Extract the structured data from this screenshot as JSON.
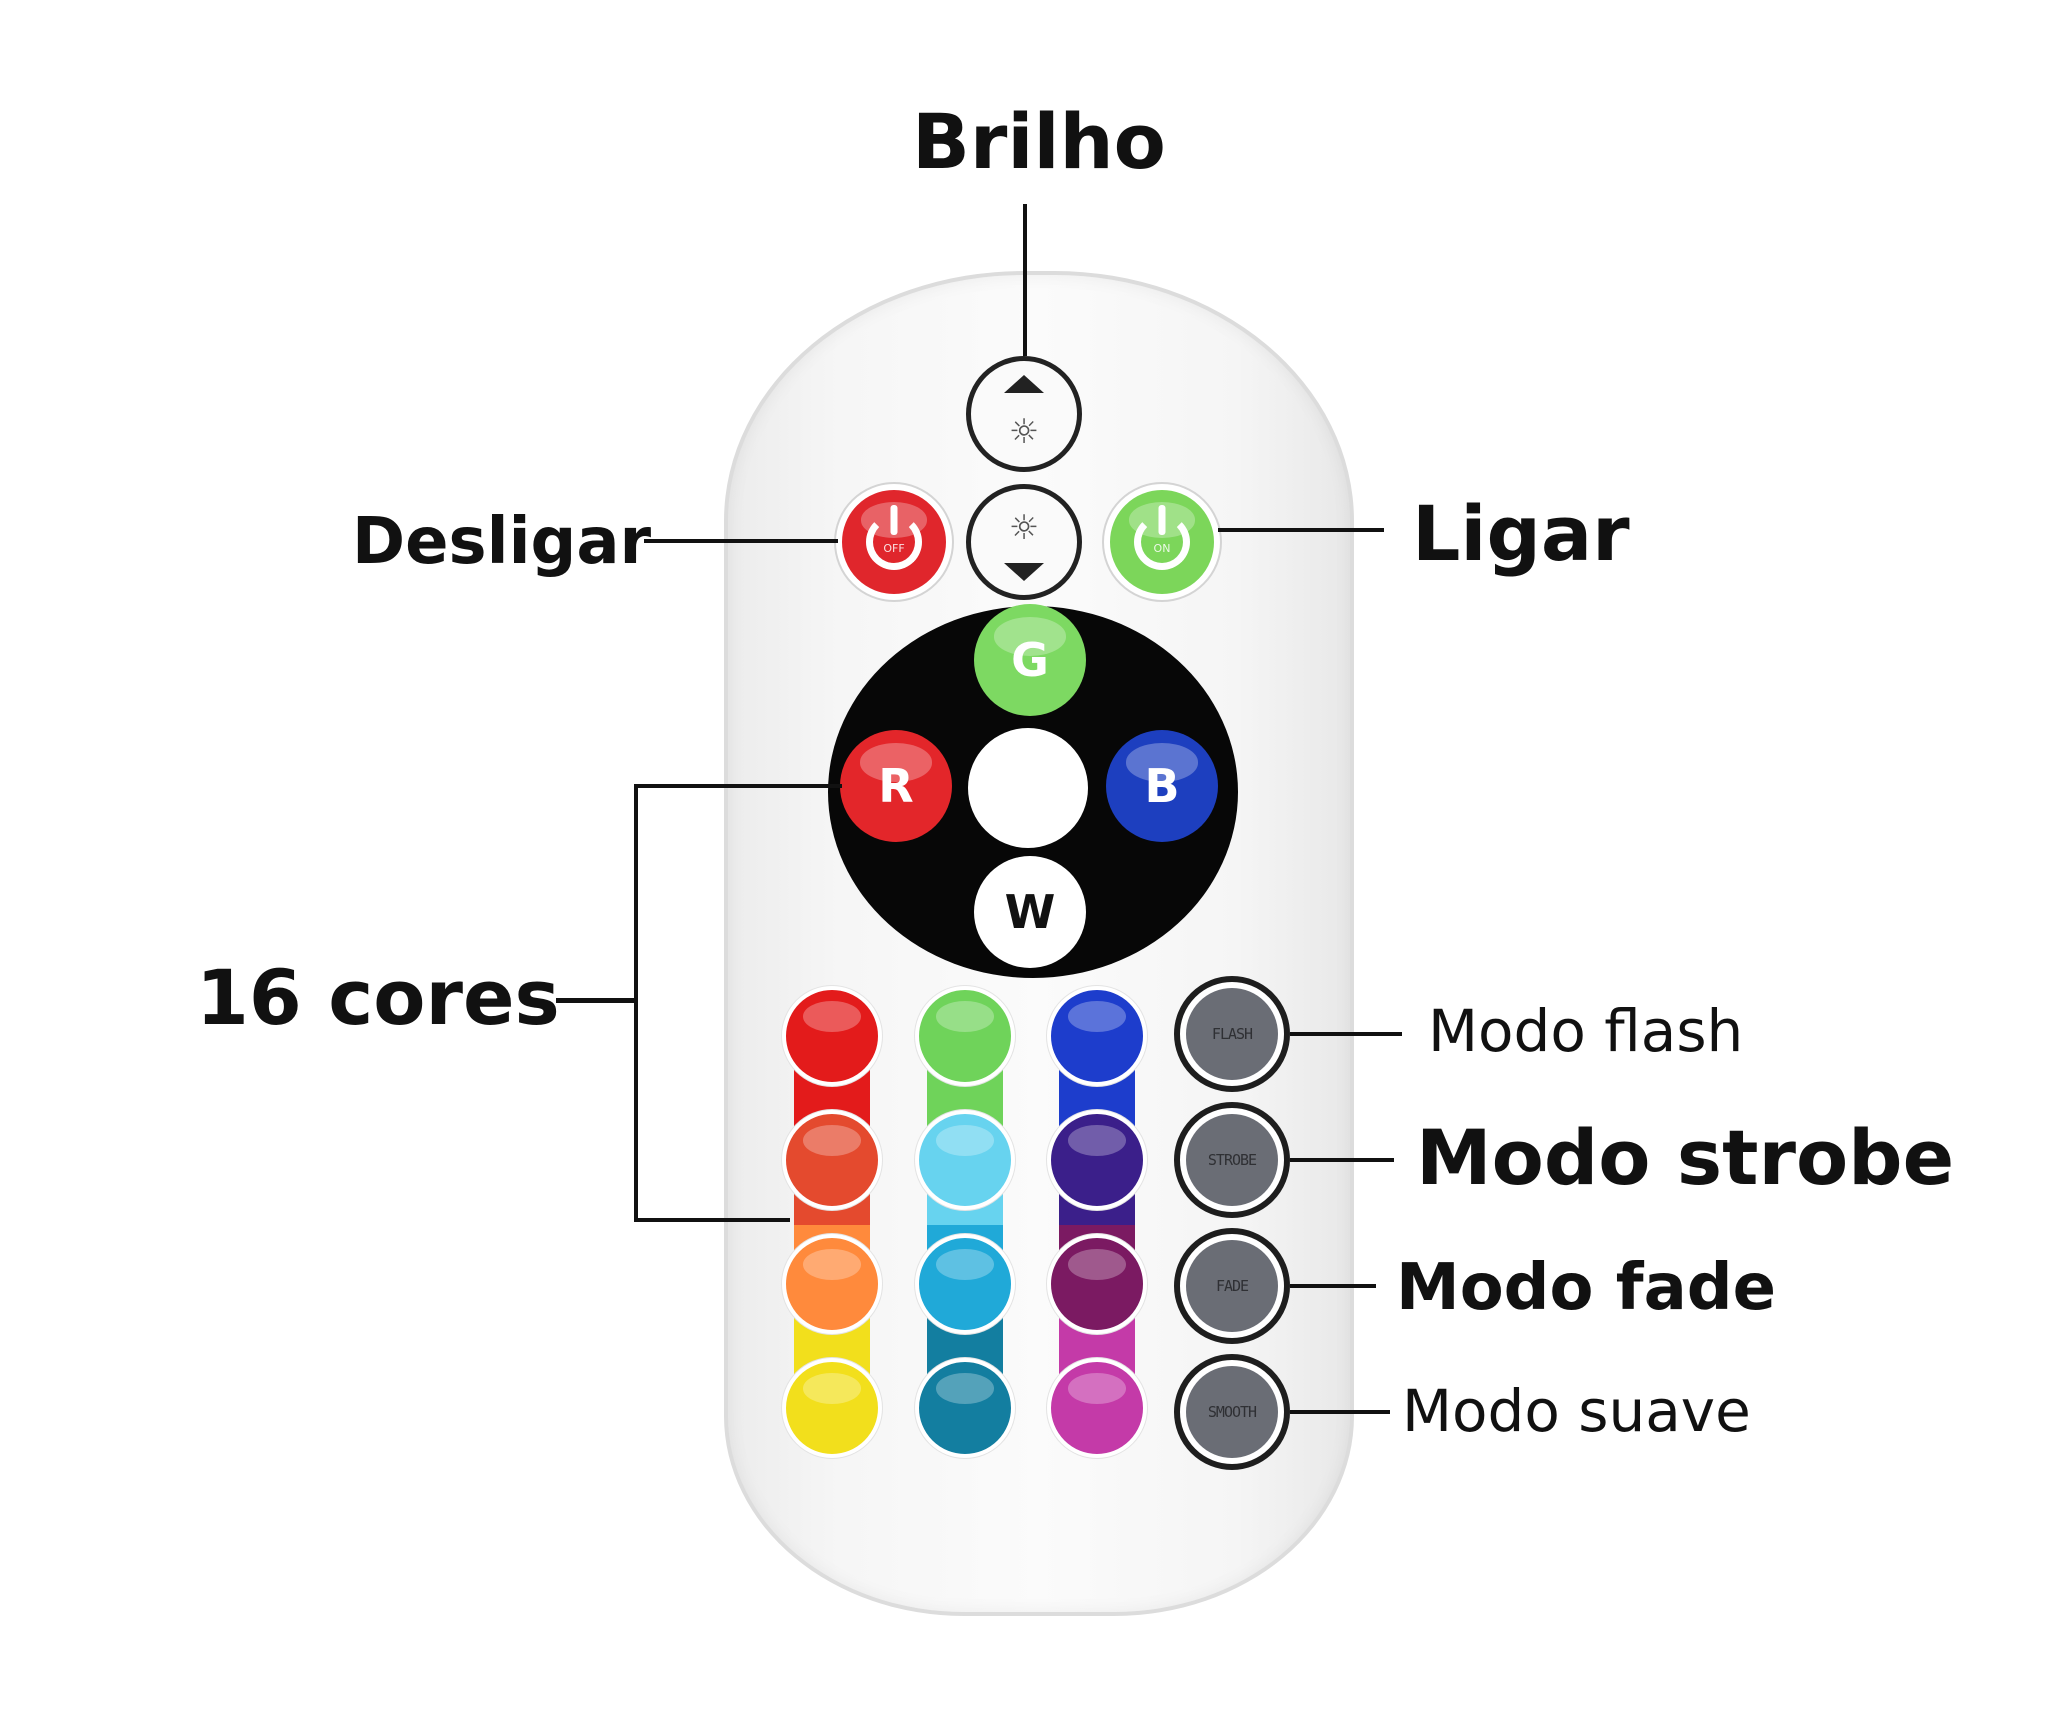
{
  "labels": {
    "brightness": "Brilho",
    "off": "Desligar",
    "on": "Ligar",
    "colors": "16 cores",
    "flash": "Modo flash",
    "strobe": "Modo strobe",
    "fade": "Modo fade",
    "smooth": "Modo suave"
  },
  "buttons": {
    "off_text": "OFF",
    "on_text": "ON",
    "g": "G",
    "r": "R",
    "b": "B",
    "w": "W",
    "flash": "FLASH",
    "strobe": "STROBE",
    "fade": "FADE",
    "smooth": "SMOOTH"
  },
  "icons": {
    "brightness_up": "brightness-up-icon",
    "brightness_down": "brightness-down-icon",
    "power_off": "power-off-icon",
    "power_on": "power-on-icon"
  },
  "colors": {
    "off_button": "#e0262c",
    "on_button": "#7cd65a",
    "g_button": "#7dd962",
    "r_button": "#e3262a",
    "b_button": "#1d3fbf",
    "w_button": "#ffffff",
    "center_button": "#ffffff",
    "grid": [
      [
        "#e31b1b",
        "#6fd35a",
        "#1d3dcc"
      ],
      [
        "#e44a2e",
        "#67d3ef",
        "#3b1f8a"
      ],
      [
        "#ff8a3c",
        "#20a9d8",
        "#7b1a62"
      ],
      [
        "#f2df1c",
        "#137ea0",
        "#c43aa8"
      ]
    ]
  }
}
